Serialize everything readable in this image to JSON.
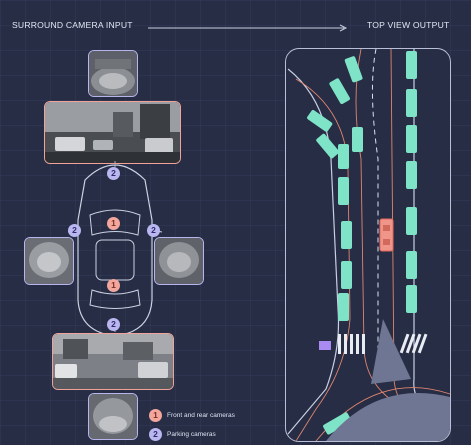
{
  "header": {
    "left_title": "SURROUND CAMERA INPUT",
    "right_title": "TOP VIEW OUTPUT"
  },
  "badges": {
    "front_rear": "1",
    "parking": "2"
  },
  "legend": {
    "items": [
      {
        "badge": "1",
        "label": "Front and rear cameras"
      },
      {
        "badge": "2",
        "label": "Parking cameras"
      }
    ]
  },
  "colors": {
    "background": "#262d45",
    "parked_car": "#7ee3c7",
    "ego_car": "#f0958a",
    "parking_badge": "#b9b6f0",
    "front_rear_badge": "#f2a69c",
    "lane_curve": "#e0856f",
    "purple_object": "#a98af0"
  }
}
